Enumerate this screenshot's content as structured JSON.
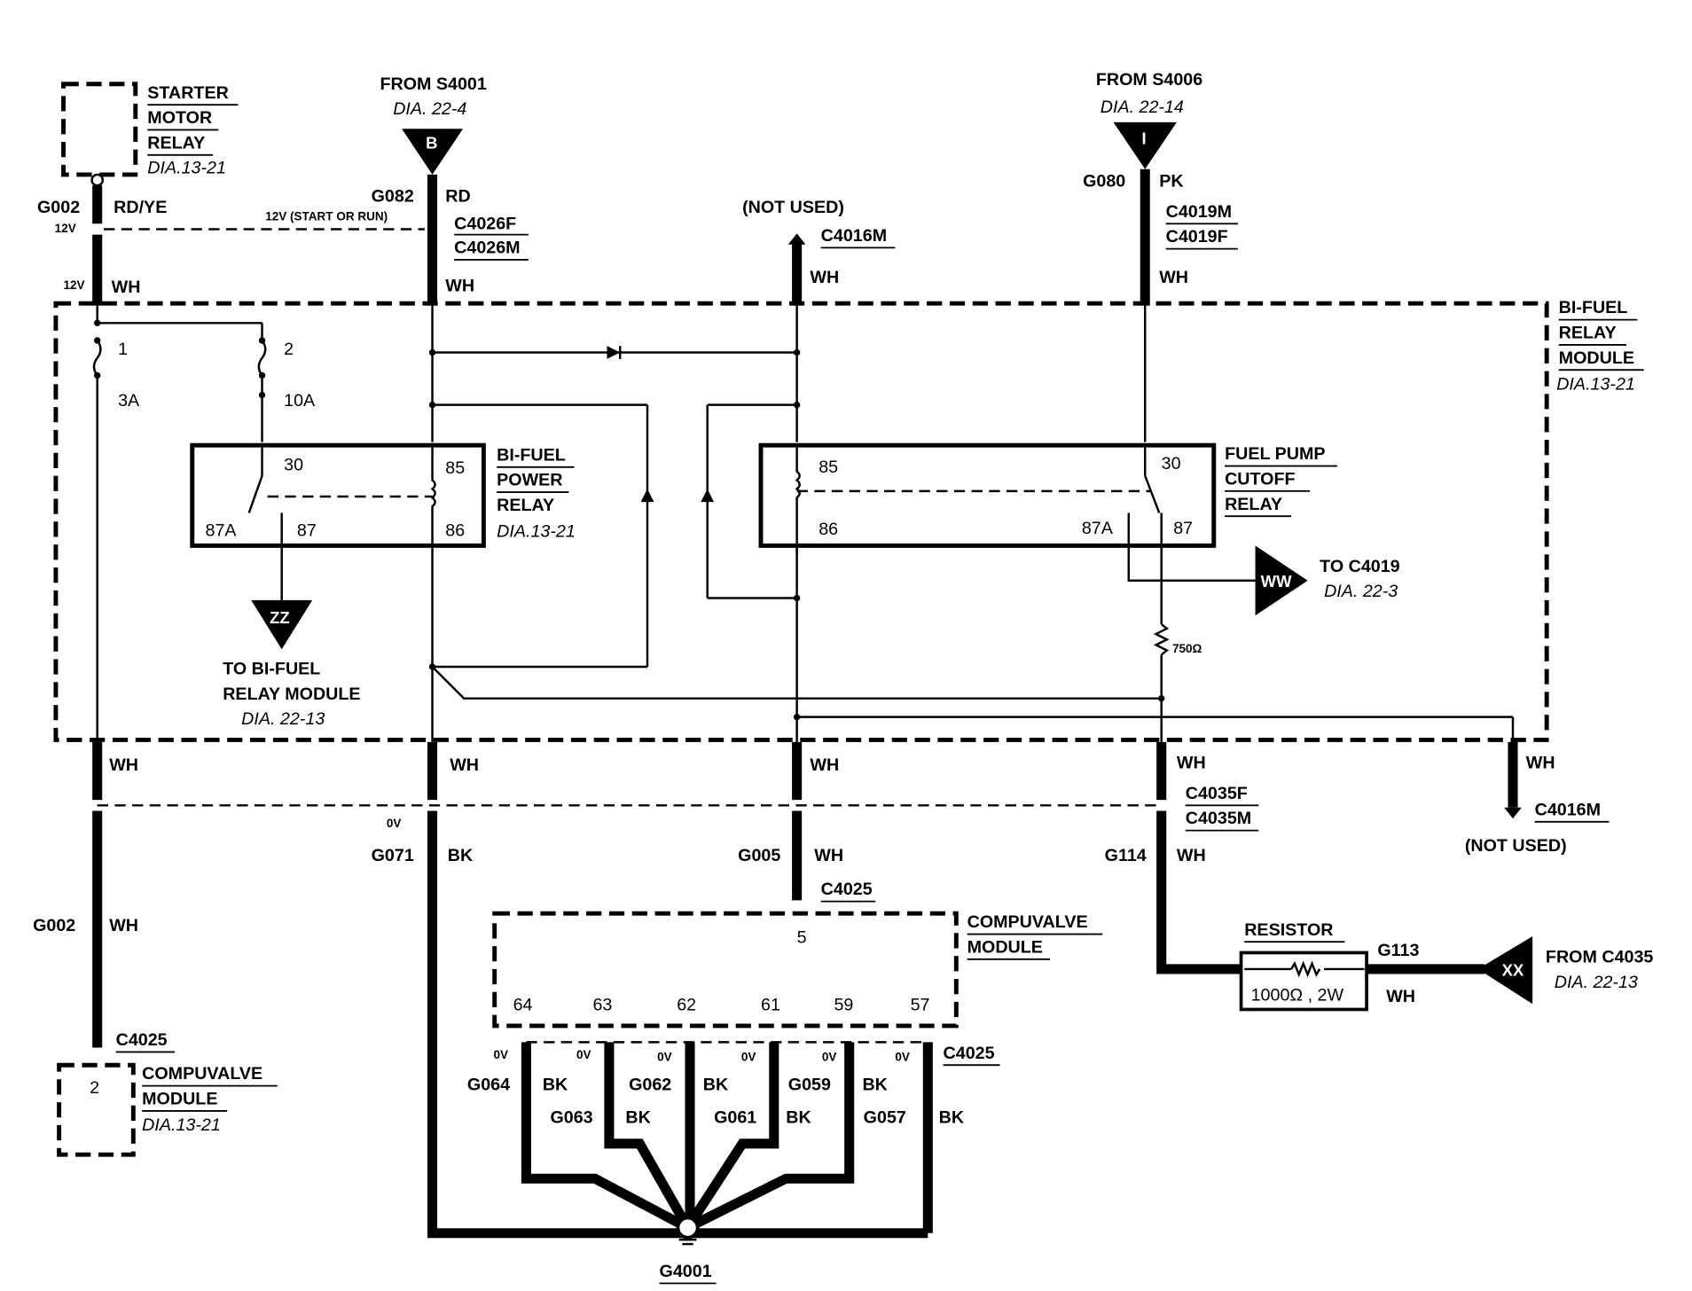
{
  "diagram": {
    "title": "Bi-Fuel Relay Module Wiring",
    "starter_relay": {
      "name": [
        "STARTER",
        "MOTOR",
        "RELAY"
      ],
      "ref": "DIA.13-21"
    },
    "from_s4001": {
      "label": "FROM S4001",
      "ref": "DIA. 22-4",
      "marker": "B"
    },
    "from_s4006": {
      "label": "FROM S4006",
      "ref": "DIA. 22-14",
      "marker": "I"
    },
    "not_used_top": {
      "label": "(NOT USED)",
      "connector": "C4016M"
    },
    "not_used_right": {
      "label": "(NOT USED)",
      "connector": "C4016M"
    },
    "module": {
      "name": [
        "BI-FUEL",
        "RELAY",
        "MODULE"
      ],
      "ref": "DIA.13-21"
    },
    "power_relay": {
      "name": [
        "BI-FUEL",
        "POWER",
        "RELAY"
      ],
      "ref": "DIA.13-21",
      "pins": [
        "30",
        "85",
        "87A",
        "87",
        "86"
      ]
    },
    "pump_relay": {
      "name": [
        "FUEL PUMP",
        "CUTOFF",
        "RELAY"
      ],
      "pins": [
        "85",
        "30",
        "86",
        "87A",
        "87"
      ]
    },
    "fuses": [
      {
        "num": "1",
        "rating": "3A"
      },
      {
        "num": "2",
        "rating": "10A"
      }
    ],
    "zz": {
      "marker": "ZZ",
      "label1": "TO BI-FUEL",
      "label2": "RELAY MODULE",
      "ref": "DIA. 22-13"
    },
    "ww": {
      "marker": "WW",
      "label": "TO C4019",
      "ref": "DIA. 22-3"
    },
    "xx": {
      "marker": "XX",
      "label": "FROM C4035",
      "ref": "DIA. 22-13"
    },
    "resistor750": "750Ω",
    "resistor": {
      "title": "RESISTOR",
      "value": "1000Ω , 2W",
      "circuit": "G113",
      "color": "WH"
    },
    "wires": {
      "g002_top": {
        "circuit": "G002",
        "color": "RD/YE",
        "volt": "12V"
      },
      "g002_wh": {
        "volt": "12V",
        "color": "WH"
      },
      "g082": {
        "circuit": "G082",
        "color": "RD",
        "note": "12V (START OR RUN)"
      },
      "c4026": [
        "C4026F",
        "C4026M"
      ],
      "g080": {
        "circuit": "G080",
        "color": "PK"
      },
      "c4019": [
        "C4019M",
        "C4019F"
      ],
      "wh": "WH",
      "c4035": [
        "C4035F",
        "C4035M"
      ],
      "g071": {
        "circuit": "G071",
        "color": "BK",
        "volt": "0V"
      },
      "g005": {
        "circuit": "G005",
        "color": "WH",
        "conn": "C4025"
      },
      "g114": {
        "circuit": "G114",
        "color": "WH"
      },
      "g002_bot": {
        "circuit": "G002",
        "color": "WH",
        "conn": "C4025"
      }
    },
    "compuvalve_small": {
      "pin": "2",
      "name": [
        "COMPUVALVE",
        "MODULE"
      ],
      "ref": "DIA.13-21"
    },
    "compuvalve": {
      "name": [
        "COMPUVALVE",
        "MODULE"
      ],
      "pin_top": "5",
      "pins": [
        "64",
        "63",
        "62",
        "61",
        "59",
        "57"
      ],
      "conn": "C4025"
    },
    "grounds": [
      {
        "circuit": "G064",
        "color": "BK",
        "volt": "0V"
      },
      {
        "circuit": "G063",
        "color": "BK",
        "volt": "0V"
      },
      {
        "circuit": "G062",
        "color": "BK",
        "volt": "0V"
      },
      {
        "circuit": "G061",
        "color": "BK",
        "volt": "0V"
      },
      {
        "circuit": "G059",
        "color": "BK",
        "volt": "0V"
      },
      {
        "circuit": "G057",
        "color": "BK",
        "volt": "0V"
      }
    ],
    "ground_point": "G4001"
  }
}
